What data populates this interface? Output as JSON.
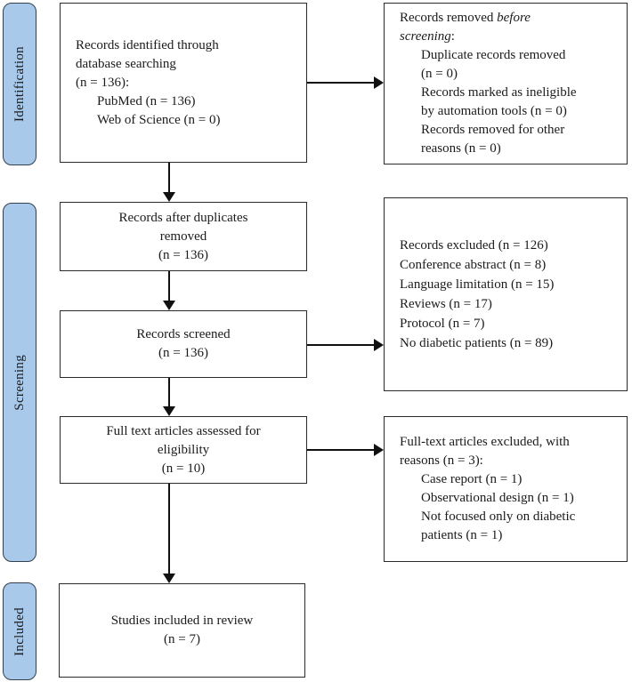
{
  "stages": [
    {
      "label": "Identification"
    },
    {
      "label": "Screening"
    },
    {
      "label": "Included"
    }
  ],
  "boxes": {
    "identified": {
      "lines": [
        "Records identified through",
        "database searching",
        "(n = 136):",
        "PubMed (n = 136)",
        "Web of Science (n = 0)"
      ]
    },
    "removed": {
      "head_1": "Records removed ",
      "head_italic_1": "before",
      "head_italic_2": "screening",
      "head_2": ":",
      "lines": [
        "Duplicate records removed",
        "(n = 0)",
        "Records marked as ineligible",
        "by automation tools (n = 0)",
        "Records removed for other",
        "reasons (n = 0)"
      ]
    },
    "after_duplicates": {
      "lines": [
        "Records after duplicates",
        "removed",
        "(n = 136)"
      ]
    },
    "excluded": {
      "lines": [
        "Records excluded (n = 126)",
        "Conference abstract (n = 8)",
        "Language limitation (n = 15)",
        "Reviews (n = 17)",
        "Protocol (n = 7)",
        "No diabetic patients (n = 89)"
      ]
    },
    "screened": {
      "lines": [
        "Records screened",
        "(n = 136)"
      ]
    },
    "fulltext": {
      "lines": [
        "Full text articles assessed for",
        "eligibility",
        "(n = 10)"
      ]
    },
    "fulltext_excluded": {
      "head_lines": [
        "Full-text articles excluded, with",
        "reasons (n = 3):"
      ],
      "lines": [
        "Case report (n = 1)",
        "Observational design (n = 1)",
        "Not focused only on diabetic",
        "patients (n = 1)"
      ]
    },
    "included_studies": {
      "lines": [
        "Studies included in review",
        "(n = 7)"
      ]
    }
  },
  "colors": {
    "stage_fill": "#a9c9ea",
    "stage_border": "#33404e",
    "box_border": "#2a2a2a",
    "arrow": "#111111",
    "text": "#1b1b1b",
    "background": "#ffffff"
  }
}
